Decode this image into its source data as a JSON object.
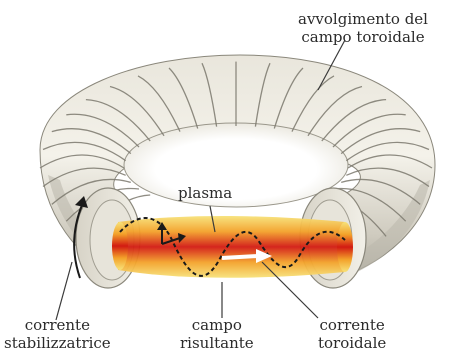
{
  "labels": {
    "toroidal_winding": [
      "avvolgimento del",
      "campo toroidale"
    ],
    "plasma": "plasma",
    "stabilizing_current": [
      "corrente",
      "stabilizzatrice"
    ],
    "resultant_field": [
      "campo",
      "risultante"
    ],
    "toroidal_current": [
      "corrente",
      "toroidale"
    ]
  },
  "colors": {
    "coil_light": "#f1efe6",
    "coil_shadow": "#a9a69a",
    "coil_line": "#7c796e",
    "plasma_core": "#d21a12",
    "plasma_mid": "#f08a1a",
    "plasma_edge": "#f7d65a",
    "field_line": "#1a1a1a",
    "current_arrow": "#ffffff"
  }
}
